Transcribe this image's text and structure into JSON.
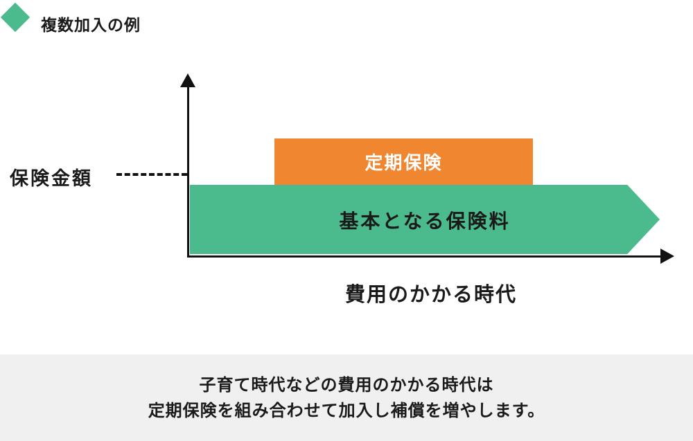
{
  "header": {
    "title": "複数加入の例",
    "diamond_color": "#4bba8d"
  },
  "chart": {
    "y_axis_label": "保険金額",
    "x_axis_label": "費用のかかる時代",
    "term_insurance": {
      "label": "定期保険",
      "color": "#f0862f",
      "text_color": "#ffffff"
    },
    "base_premium": {
      "label": "基本となる保険料",
      "color": "#4bba8d",
      "text_color": "#1a1a1a"
    },
    "axis_color": "#111111"
  },
  "footer": {
    "line1": "子育て時代などの費用のかかる時代は",
    "line2": "定期保険を組み合わせて加入し補償を増やします。",
    "background": "#f0f0f0"
  },
  "chart_data": {
    "type": "area",
    "title": "複数加入の例",
    "xlabel": "費用のかかる時代",
    "ylabel": "保険金額",
    "series": [
      {
        "name": "基本となる保険料",
        "description": "全期間にわたり一定の基本保険（右向き矢印帯）",
        "color": "#4bba8d"
      },
      {
        "name": "定期保険",
        "description": "費用のかかる時代に基本保険へ上乗せされる定期保険（中央の矩形）",
        "color": "#f0862f"
      }
    ],
    "legend_position": "none",
    "grid": false,
    "annotations": [
      "保険金額の水準を示す点線が縦軸に向かって引かれている"
    ]
  }
}
